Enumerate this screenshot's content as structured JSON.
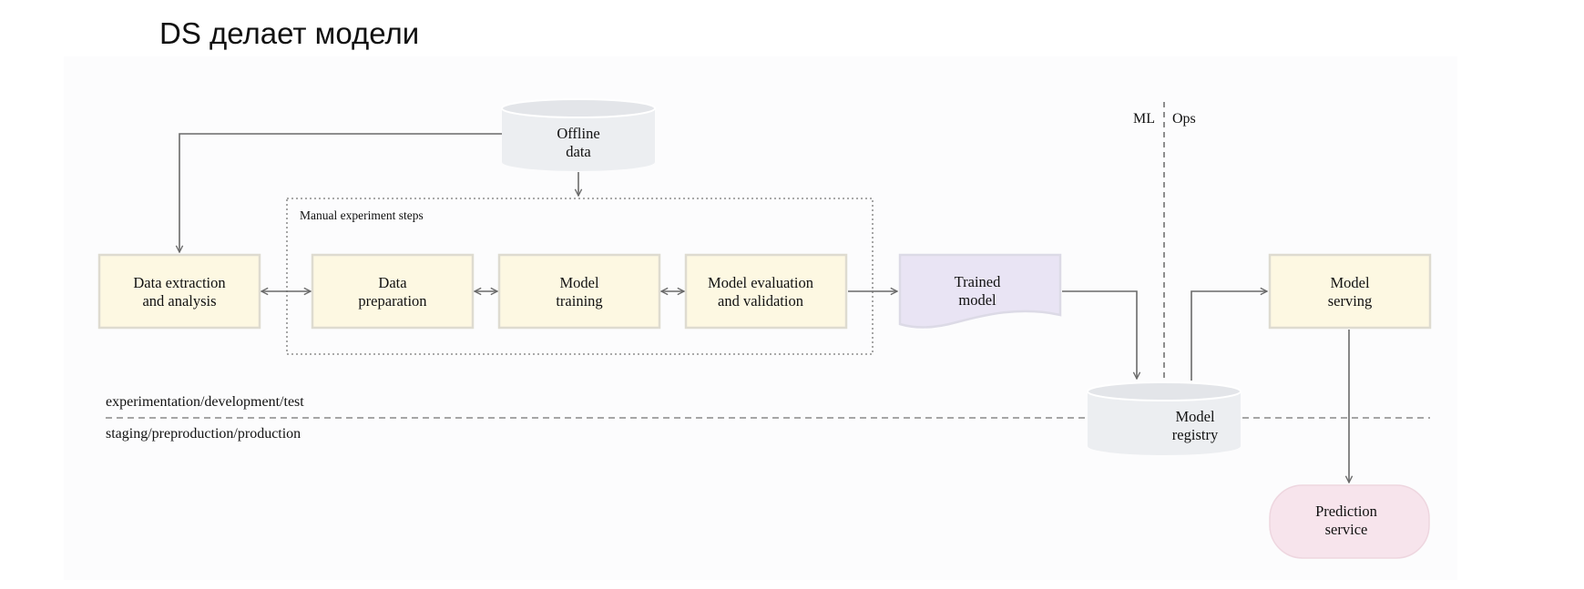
{
  "title": "DS делает модели",
  "diagram": {
    "offline_data": [
      "Offline",
      "data"
    ],
    "manual_steps_label": "Manual experiment steps",
    "data_extraction": [
      "Data extraction",
      "and analysis"
    ],
    "data_preparation": [
      "Data",
      "preparation"
    ],
    "model_training": [
      "Model",
      "training"
    ],
    "model_evaluation": [
      "Model evaluation",
      "and validation"
    ],
    "trained_model": [
      "Trained",
      "model"
    ],
    "model_registry": [
      "Model",
      "registry"
    ],
    "model_serving": [
      "Model",
      "serving"
    ],
    "prediction_service": [
      "Prediction",
      "service"
    ],
    "ml_label": "ML",
    "ops_label": "Ops",
    "zone_top": "experimentation/development/test",
    "zone_bottom": "staging/preproduction/production"
  },
  "colors": {
    "process_box": "#fdf8e2",
    "artifact": "#e9e4f4",
    "datastore": "#eceef1",
    "service": "#f7e4ec"
  }
}
